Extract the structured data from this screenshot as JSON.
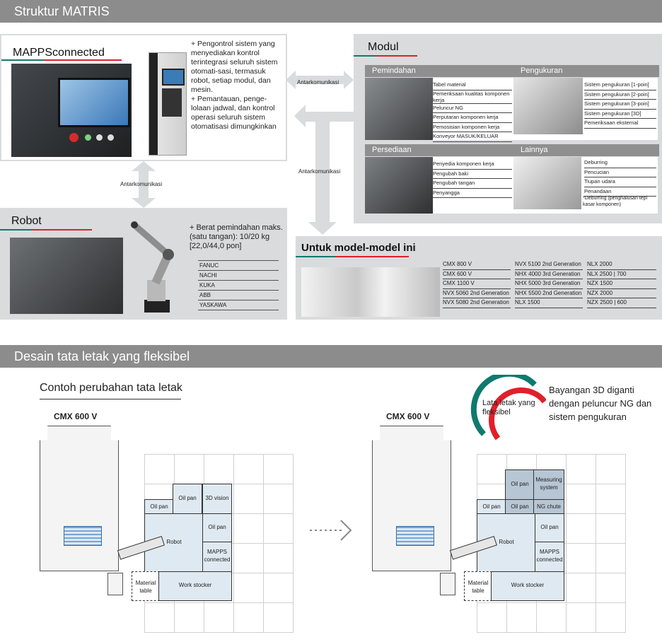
{
  "section1": {
    "title": "Struktur MATRIS"
  },
  "mapps": {
    "title": "MAPPSconnected",
    "desc": "+ Pengontrol sistem yang menyediakan kontrol terintegrasi seluruh sistem otomati-sasi, termasuk robot, setiap modul, dan mesin.\n+ Pemantauan, penge-lolaan jadwal, dan kontrol operasi seluruh sistem otomatisasi dimungkinkan"
  },
  "arrows": {
    "a1": "Antarkomunikasi",
    "a2": "Antarkomunikasi",
    "a3": "Antarkomunikasi"
  },
  "robot": {
    "title": "Robot",
    "desc": "+ Berat pemindahan maks. (satu tangan): 10/20 kg [22,0/44,0 pon]",
    "makers": [
      "FANUC",
      "NACHI",
      "KUKA",
      "ABB",
      "YASKAWA"
    ]
  },
  "modul": {
    "title": "Modul",
    "pemindahan": {
      "title": "Pemindahan",
      "items": [
        "Tabel material",
        "Pemeriksaan kualitas komponen kerja",
        "Peluncur NG",
        "Perputaran komponen kerja",
        "Pemosisian komponen kerja",
        "Konveyor MASUK/KELUAR"
      ]
    },
    "pengukuran": {
      "title": "Pengukuran",
      "items": [
        "Sistem pengukuran [1-poin]",
        "Sistem pengukuran [2-poin]",
        "Sistem pengukuran [3-poin]",
        "Sistem pengukuran [3D]",
        "Pemeriksaan eksternal"
      ]
    },
    "persediaan": {
      "title": "Persediaan",
      "items": [
        "Penyedia komponen kerja",
        "Pengubah baki",
        "Pengubah tangan",
        "Penyangga"
      ]
    },
    "lainnya": {
      "title": "Lainnya",
      "items": [
        "Deburring",
        "Pencucian",
        "Tiupan udara",
        "Penandaan"
      ],
      "note": "*Deburring (penghalusan tepi kasar komponen)"
    }
  },
  "models": {
    "title": "Untuk model-model ini",
    "col1": [
      "CMX 800 V",
      "CMX 600 V",
      "CMX 1100 V",
      "NVX 5060 2nd Generation",
      "NVX 5080 2nd Generation"
    ],
    "col2": [
      "NVX 5100 2nd Generation",
      "NHX 4000 3rd Generation",
      "NHX 5000 3rd Generation",
      "NHX 5500 2nd Generation",
      "NLX 1500"
    ],
    "col3": [
      "NLX 2000",
      "NLX 2500 | 700",
      "NZX 1500",
      "NZX 2000",
      "NZX 2500 | 600"
    ]
  },
  "section2": {
    "title": "Desain tata letak yang fleksibel"
  },
  "layout": {
    "subtitle": "Contoh perubahan tata letak",
    "badge": "Lata letak yang fleksibel",
    "note": "Bayangan 3D diganti dengan peluncur NG dan sistem pengukuran",
    "machine": "CMX 600 V",
    "left": {
      "oilpan1": "Oil pan",
      "oilpan2": "Oil pan",
      "vision": "3D vision",
      "oilpan3": "Oil pan",
      "robot": "Robot",
      "mapps": "MAPPS connected",
      "material": "Material table",
      "stocker": "Work stocker"
    },
    "right": {
      "oilpan1": "Oil pan",
      "measuring": "Measuring system",
      "oilpan2": "Oil pan",
      "oilpan3": "Oil pan",
      "ngchute": "NG chute",
      "oilpan4": "Oil pan",
      "robot": "Robot",
      "mapps": "MAPPS connected",
      "material": "Material table",
      "stocker": "Work stocker"
    }
  },
  "colors": {
    "band": "#8c8c8c",
    "panel": "#d9dbdc",
    "teal": "#0f7a6e",
    "red": "#e0202a"
  }
}
